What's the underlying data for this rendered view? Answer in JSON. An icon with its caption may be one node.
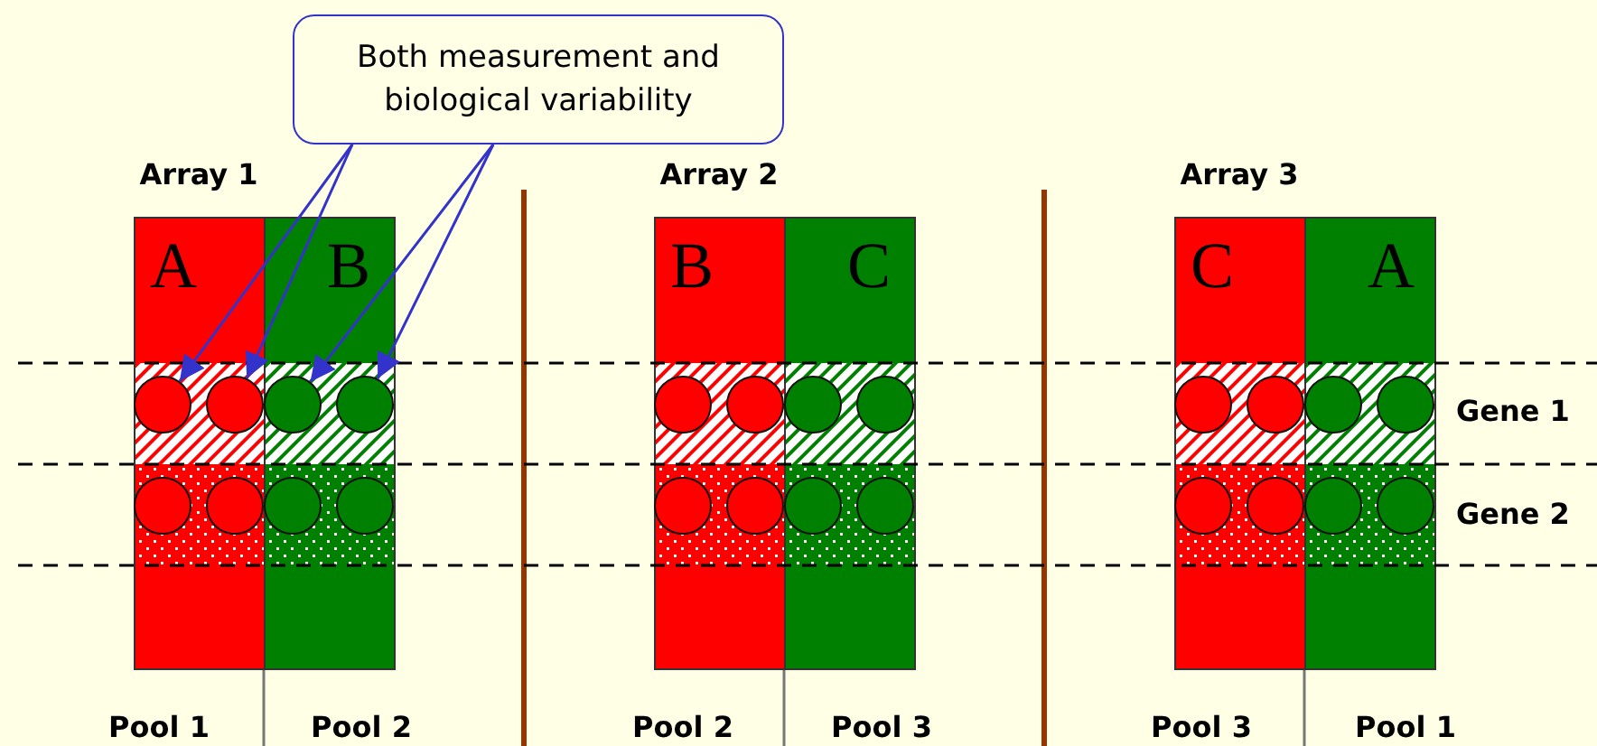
{
  "diagram": {
    "nodes": [
      {
        "text": [
          "Both measurement and biological variability"
        ]
      },
      {
        "text": [
          "A"
        ]
      },
      {
        "text": [
          "B"
        ]
      },
      {
        "text": [
          "B"
        ]
      },
      {
        "text": [
          "C"
        ]
      },
      {
        "text": [
          "C"
        ]
      },
      {
        "text": [
          "A"
        ]
      },
      {
        "text": [],
        "shape": "circle",
        "in": 1
      },
      {
        "text": [],
        "shape": "circle",
        "in": 1
      },
      {
        "text": [],
        "shape": "circle",
        "in": 2
      },
      {
        "text": [],
        "shape": "circle",
        "in": 2
      },
      {
        "text": [],
        "shape": "circle",
        "in": 1
      },
      {
        "text": [],
        "shape": "circle",
        "in": 1
      },
      {
        "text": [],
        "shape": "circle",
        "in": 2
      },
      {
        "text": [],
        "shape": "circle",
        "in": 2
      },
      {
        "text": [],
        "shape": "circle",
        "in": 3
      },
      {
        "text": [],
        "shape": "circle",
        "in": 3
      },
      {
        "text": [],
        "shape": "circle",
        "in": 4
      },
      {
        "text": [],
        "shape": "circle",
        "in": 4
      },
      {
        "text": [],
        "shape": "circle",
        "in": 3
      },
      {
        "text": [],
        "shape": "circle",
        "in": 3
      },
      {
        "text": [],
        "shape": "circle",
        "in": 4
      },
      {
        "text": [],
        "shape": "circle",
        "in": 4
      },
      {
        "text": [],
        "shape": "circle",
        "in": 5
      },
      {
        "text": [],
        "shape": "circle",
        "in": 5
      },
      {
        "text": [],
        "shape": "circle",
        "in": 6
      },
      {
        "text": [],
        "shape": "circle",
        "in": 6
      },
      {
        "text": [],
        "shape": "circle",
        "in": 5
      },
      {
        "text": [],
        "shape": "circle",
        "in": 5
      },
      {
        "text": [],
        "shape": "circle",
        "in": 6
      },
      {
        "text": [],
        "shape": "circle",
        "in": 6
      }
    ],
    "edges": [
      {
        "from": 0,
        "to": 7,
        "arrow": "to"
      },
      {
        "from": 0,
        "to": 8,
        "arrow": "to"
      },
      {
        "from": 0,
        "to": 9,
        "arrow": "to"
      },
      {
        "from": 0,
        "to": 10,
        "arrow": "to"
      }
    ],
    "labels": [
      "Array 1",
      "Array 2",
      "Array 3",
      "Gene 1",
      "Gene 2",
      "Pool 1",
      "Pool 2",
      "Pool 2",
      "Pool 3",
      "Pool 3",
      "Pool 1"
    ]
  }
}
